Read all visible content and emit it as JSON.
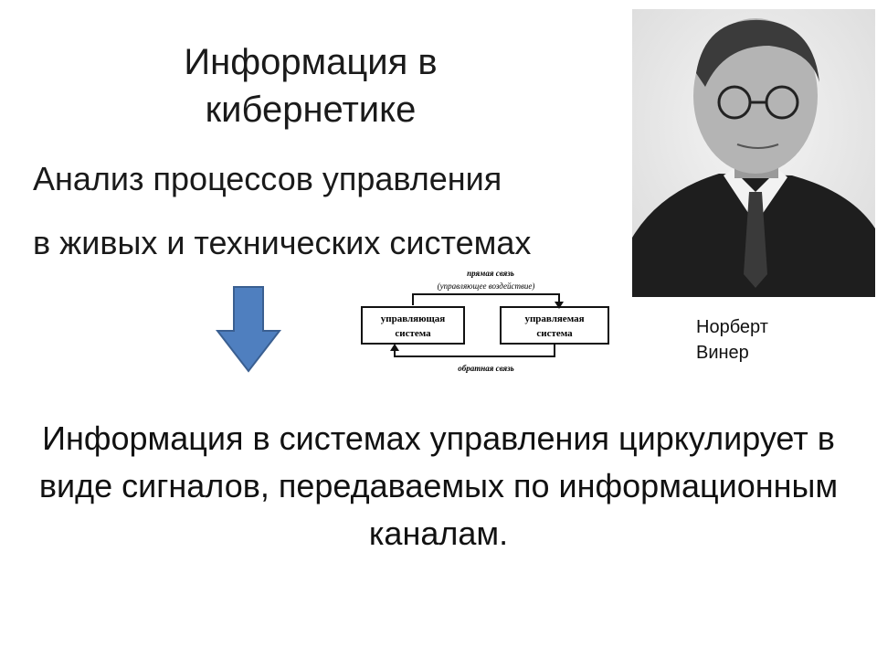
{
  "title": "Информация в кибернетике",
  "lines": [
    "Анализ процессов управления",
    "в живых и технических системах"
  ],
  "diagram": {
    "top_label": "прямая связь",
    "top_sublabel": "(управляющее воздействие)",
    "left_box": [
      "управляющая",
      "система"
    ],
    "right_box": [
      "управляемая",
      "система"
    ],
    "bottom_label": "обратная связь"
  },
  "caption": [
    "Норберт",
    "Винер"
  ],
  "bottom_text": "Информация в системах управления циркулирует в виде сигналов, передаваемых по информационным каналам.",
  "colors": {
    "arrow_fill": "#4f7fbf",
    "arrow_stroke": "#3a5f91",
    "text": "#111111"
  }
}
